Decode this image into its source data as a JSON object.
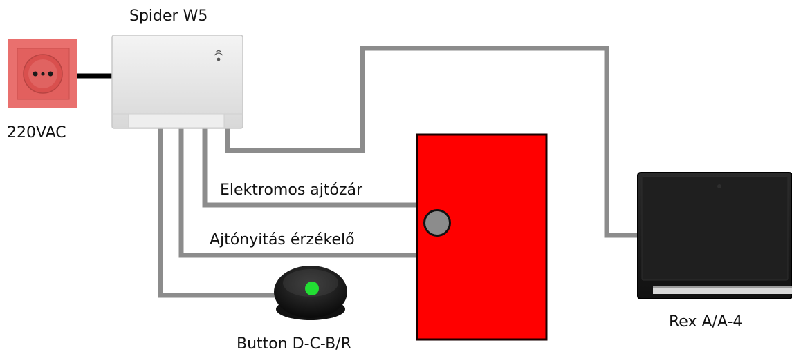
{
  "labels": {
    "controller": "Spider W5",
    "power": "220VAC",
    "lock": "Elektromos ajtózár",
    "sensor": "Ajtónyitás érzékelő",
    "button": "Button D-C-B/R",
    "reader": "Rex A/A-4"
  },
  "colors": {
    "wire": "#8c8c8c",
    "door": "#ff0000",
    "socket_plate": "#e9706e",
    "button_led": "#22dd33",
    "reader_body": "#1b1b1b",
    "controller_body": "#e6e6e6"
  }
}
